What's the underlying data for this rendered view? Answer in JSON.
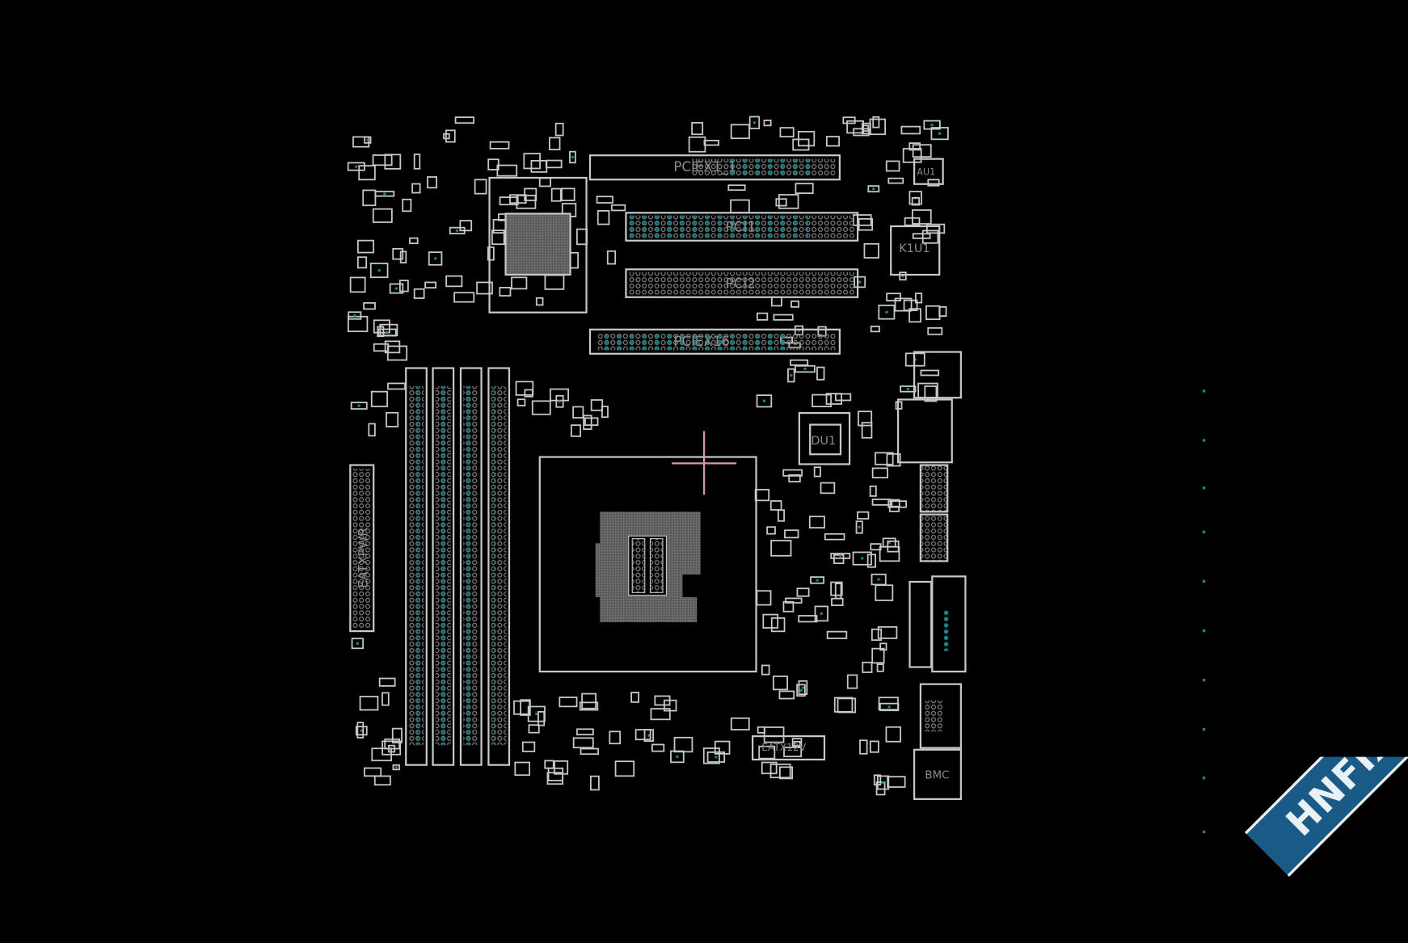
{
  "board": {
    "labels": {
      "pciex1": "PCIEX1_1",
      "pci1": "PCI1",
      "pci2": "PCI2",
      "pciex16": "PCIEX16",
      "au1": "AU1",
      "k1u1": "K1U1",
      "du1": "DU1",
      "eatxpwr": "EATXPWR",
      "eatx12v": "EATX12V",
      "bmc": "BMC"
    }
  },
  "watermark": {
    "text": "HNFIX.VN"
  },
  "colors": {
    "background": "#000000",
    "outline": "#c8c8c8",
    "pin_grey": "#7a7a7a",
    "pin_teal": "#0e8c8c",
    "cursor": "#d89aa0",
    "watermark_band": "#1a5a87",
    "watermark_accent": "#ff1a1a"
  }
}
